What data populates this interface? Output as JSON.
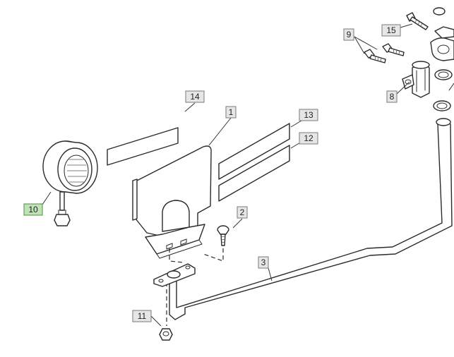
{
  "diagram": {
    "callouts": [
      {
        "id": "1",
        "label": "1",
        "highlighted": false
      },
      {
        "id": "2",
        "label": "2",
        "highlighted": false
      },
      {
        "id": "3",
        "label": "3",
        "highlighted": false
      },
      {
        "id": "8",
        "label": "8",
        "highlighted": false
      },
      {
        "id": "9",
        "label": "9",
        "highlighted": false
      },
      {
        "id": "10",
        "label": "10",
        "highlighted": true
      },
      {
        "id": "11",
        "label": "11",
        "highlighted": false
      },
      {
        "id": "12",
        "label": "12",
        "highlighted": false
      },
      {
        "id": "13",
        "label": "13",
        "highlighted": false
      },
      {
        "id": "14",
        "label": "14",
        "highlighted": false
      },
      {
        "id": "15",
        "label": "15",
        "highlighted": false
      }
    ],
    "colors": {
      "callout_fill": "#e6e6e6",
      "callout_highlight_fill": "#bfe3b4",
      "line": "#2b2b2b"
    }
  }
}
